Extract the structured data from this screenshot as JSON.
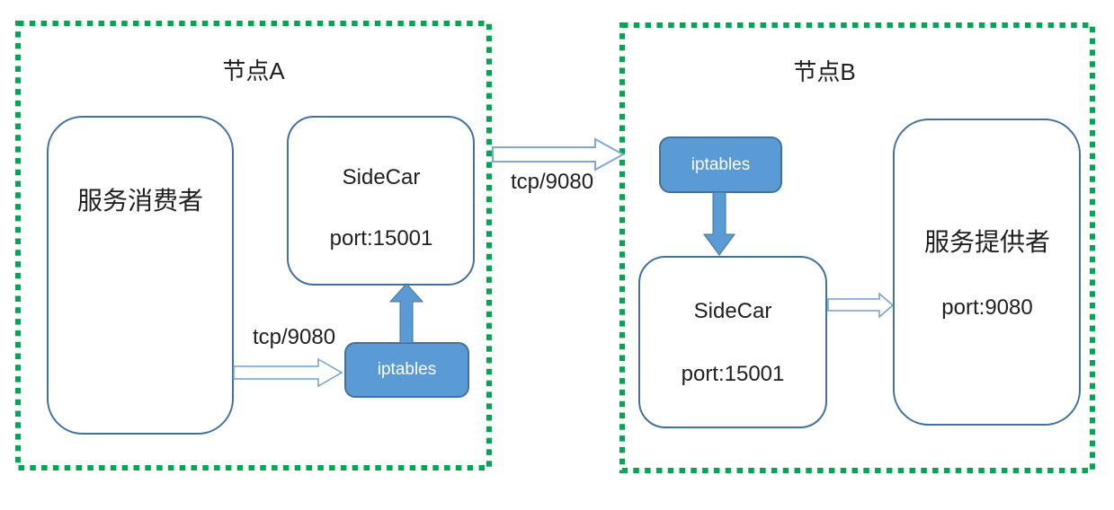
{
  "colors": {
    "node_border_green": "#00A650",
    "box_border_blue": "#41719C",
    "fill_blue": "#5B9BD5",
    "hollow_arrow_outline": "#6FA0D2",
    "text": "#1f1f1f",
    "iptables_text": "#ffffff"
  },
  "node_a": {
    "title": "节点A",
    "consumer": {
      "label": "服务消费者"
    },
    "sidecar": {
      "name": "SideCar",
      "port": "port:15001"
    },
    "iptables": {
      "label": "iptables"
    },
    "link_label": "tcp/9080"
  },
  "inter_node": {
    "link_label": "tcp/9080"
  },
  "node_b": {
    "title": "节点B",
    "iptables": {
      "label": "iptables"
    },
    "sidecar": {
      "name": "SideCar",
      "port": "port:15001"
    },
    "provider": {
      "label": "服务提供者",
      "port": "port:9080"
    }
  }
}
